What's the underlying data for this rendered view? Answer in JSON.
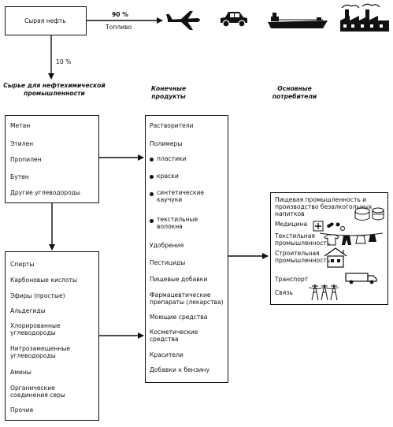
{
  "source": {
    "label": "Сырая нефть"
  },
  "fuel": {
    "percent": "90 %",
    "label": "Топливо"
  },
  "feedstock_percent": "10 %",
  "headers": {
    "raw": "Сырье для нефтехимической промышленности",
    "products": "Конечные продукты",
    "consumers": "Основные потребители"
  },
  "raw_box1": {
    "items": [
      "Метан",
      "Этилен",
      "Пропилен",
      "Бутен",
      "Другие углеводороды"
    ]
  },
  "raw_box2": {
    "items": [
      "Спирты",
      "Карбоновые кислоты",
      "Эфиры (простые)",
      "Альдегиды",
      "Хлорированные углеводороды",
      "Нитрозамещенные углеводороды",
      "Амины",
      "Органические соединения серы",
      "Прочие"
    ]
  },
  "products_box": {
    "items": [
      "Растворители",
      "Полимеры",
      "пластики",
      "краски",
      "синтетические каучуки",
      "текстильные волокна",
      "Удобрения",
      "Пестициды",
      "Пищевые добавки",
      "Фармацевтические препараты (лекарства)",
      "Моющие средства",
      "Косметические средства",
      "Красители",
      "Добавки к бензину"
    ]
  },
  "consumers_box": {
    "items": [
      "Пищевая промышленность и производство безалкогольных напитков",
      "Медицина",
      "Текстильная промышленность",
      "Строительная промышленность",
      "Транспорт",
      "Связь"
    ]
  },
  "icons": [
    "airplane-icon",
    "car-icon",
    "ship-icon",
    "factory-icon"
  ]
}
